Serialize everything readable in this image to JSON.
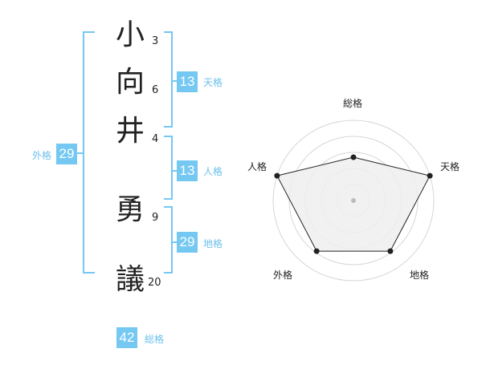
{
  "name_chars": [
    {
      "char": "小",
      "strokes": "3"
    },
    {
      "char": "向",
      "strokes": "6"
    },
    {
      "char": "井",
      "strokes": "4"
    },
    {
      "char": "勇",
      "strokes": "9"
    },
    {
      "char": "議",
      "strokes": "20"
    }
  ],
  "kaku": {
    "tenkaku": {
      "value": "13",
      "label": "天格"
    },
    "jinkaku": {
      "value": "13",
      "label": "人格"
    },
    "chikaku": {
      "value": "29",
      "label": "地格"
    },
    "gaikaku": {
      "value": "29",
      "label": "外格"
    },
    "soukaku": {
      "value": "42",
      "label": "総格"
    }
  },
  "colors": {
    "badge_bg": "#74c8f2",
    "label_text": "#6cc0ec",
    "bracket": "#74c8f2",
    "radar_fill": "#eeeeee",
    "radar_line": "#222222",
    "radar_ring": "#d6d6d6"
  },
  "radar": {
    "axes": [
      "総格",
      "天格",
      "地格",
      "外格",
      "人格"
    ],
    "values": [
      0.54,
      1.0,
      0.78,
      0.78,
      1.0
    ]
  }
}
